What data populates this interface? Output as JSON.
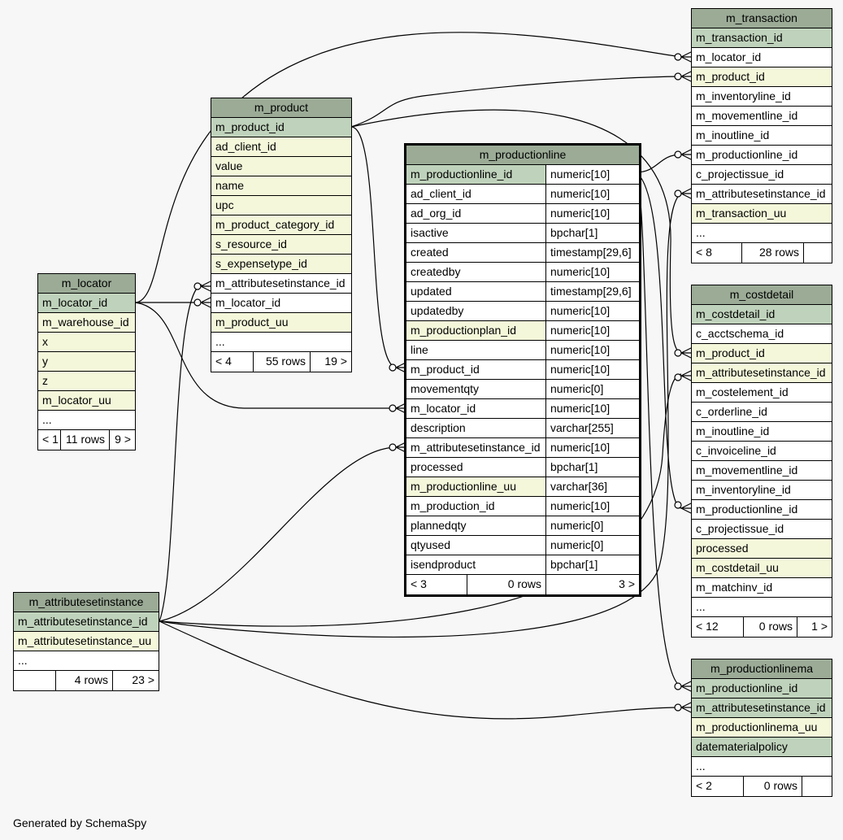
{
  "generated_by": "Generated by SchemaSpy",
  "tables": {
    "m_transaction": {
      "name": "m_transaction",
      "columns": [
        {
          "name": "m_transaction_id",
          "kind": "pk"
        },
        {
          "name": "m_locator_id",
          "kind": "plain"
        },
        {
          "name": "m_product_id",
          "kind": "fk"
        },
        {
          "name": "m_inventoryline_id",
          "kind": "plain"
        },
        {
          "name": "m_movementline_id",
          "kind": "plain"
        },
        {
          "name": "m_inoutline_id",
          "kind": "plain"
        },
        {
          "name": "m_productionline_id",
          "kind": "plain"
        },
        {
          "name": "c_projectissue_id",
          "kind": "plain"
        },
        {
          "name": "m_attributesetinstance_id",
          "kind": "plain"
        },
        {
          "name": "m_transaction_uu",
          "kind": "fk"
        },
        {
          "name": "...",
          "kind": "plain"
        }
      ],
      "footer": [
        "< 8",
        "28 rows",
        ""
      ]
    },
    "m_product": {
      "name": "m_product",
      "columns": [
        {
          "name": "m_product_id",
          "kind": "pk"
        },
        {
          "name": "ad_client_id",
          "kind": "fk"
        },
        {
          "name": "value",
          "kind": "fk"
        },
        {
          "name": "name",
          "kind": "fk"
        },
        {
          "name": "upc",
          "kind": "fk"
        },
        {
          "name": "m_product_category_id",
          "kind": "fk"
        },
        {
          "name": "s_resource_id",
          "kind": "fk"
        },
        {
          "name": "s_expensetype_id",
          "kind": "fk"
        },
        {
          "name": "m_attributesetinstance_id",
          "kind": "plain"
        },
        {
          "name": "m_locator_id",
          "kind": "plain"
        },
        {
          "name": "m_product_uu",
          "kind": "fk"
        },
        {
          "name": "...",
          "kind": "plain"
        }
      ],
      "footer": [
        "< 4",
        "55 rows",
        "19 >"
      ]
    },
    "m_productionline": {
      "name": "m_productionline",
      "columns": [
        {
          "name": "m_productionline_id",
          "type": "numeric[10]",
          "kind": "pk"
        },
        {
          "name": "ad_client_id",
          "type": "numeric[10]",
          "kind": "plain"
        },
        {
          "name": "ad_org_id",
          "type": "numeric[10]",
          "kind": "plain"
        },
        {
          "name": "isactive",
          "type": "bpchar[1]",
          "kind": "plain"
        },
        {
          "name": "created",
          "type": "timestamp[29,6]",
          "kind": "plain"
        },
        {
          "name": "createdby",
          "type": "numeric[10]",
          "kind": "plain"
        },
        {
          "name": "updated",
          "type": "timestamp[29,6]",
          "kind": "plain"
        },
        {
          "name": "updatedby",
          "type": "numeric[10]",
          "kind": "plain"
        },
        {
          "name": "m_productionplan_id",
          "type": "numeric[10]",
          "kind": "fk"
        },
        {
          "name": "line",
          "type": "numeric[10]",
          "kind": "plain"
        },
        {
          "name": "m_product_id",
          "type": "numeric[10]",
          "kind": "plain"
        },
        {
          "name": "movementqty",
          "type": "numeric[0]",
          "kind": "plain"
        },
        {
          "name": "m_locator_id",
          "type": "numeric[10]",
          "kind": "plain"
        },
        {
          "name": "description",
          "type": "varchar[255]",
          "kind": "plain"
        },
        {
          "name": "m_attributesetinstance_id",
          "type": "numeric[10]",
          "kind": "plain"
        },
        {
          "name": "processed",
          "type": "bpchar[1]",
          "kind": "plain"
        },
        {
          "name": "m_productionline_uu",
          "type": "varchar[36]",
          "kind": "fk"
        },
        {
          "name": "m_production_id",
          "type": "numeric[10]",
          "kind": "plain"
        },
        {
          "name": "plannedqty",
          "type": "numeric[0]",
          "kind": "plain"
        },
        {
          "name": "qtyused",
          "type": "numeric[0]",
          "kind": "plain"
        },
        {
          "name": "isendproduct",
          "type": "bpchar[1]",
          "kind": "plain"
        }
      ],
      "footer": [
        "< 3",
        "0 rows",
        "3 >"
      ]
    },
    "m_locator": {
      "name": "m_locator",
      "columns": [
        {
          "name": "m_locator_id",
          "kind": "pk"
        },
        {
          "name": "m_warehouse_id",
          "kind": "fk"
        },
        {
          "name": "x",
          "kind": "fk"
        },
        {
          "name": "y",
          "kind": "fk"
        },
        {
          "name": "z",
          "kind": "fk"
        },
        {
          "name": "m_locator_uu",
          "kind": "fk"
        },
        {
          "name": "...",
          "kind": "plain"
        }
      ],
      "footer": [
        "< 1",
        "11 rows",
        "9 >"
      ]
    },
    "m_costdetail": {
      "name": "m_costdetail",
      "columns": [
        {
          "name": "m_costdetail_id",
          "kind": "pk"
        },
        {
          "name": "c_acctschema_id",
          "kind": "plain"
        },
        {
          "name": "m_product_id",
          "kind": "fk"
        },
        {
          "name": "m_attributesetinstance_id",
          "kind": "fk"
        },
        {
          "name": "m_costelement_id",
          "kind": "plain"
        },
        {
          "name": "c_orderline_id",
          "kind": "plain"
        },
        {
          "name": "m_inoutline_id",
          "kind": "plain"
        },
        {
          "name": "c_invoiceline_id",
          "kind": "plain"
        },
        {
          "name": "m_movementline_id",
          "kind": "plain"
        },
        {
          "name": "m_inventoryline_id",
          "kind": "plain"
        },
        {
          "name": "m_productionline_id",
          "kind": "plain"
        },
        {
          "name": "c_projectissue_id",
          "kind": "plain"
        },
        {
          "name": "processed",
          "kind": "fk"
        },
        {
          "name": "m_costdetail_uu",
          "kind": "fk"
        },
        {
          "name": "m_matchinv_id",
          "kind": "plain"
        },
        {
          "name": "...",
          "kind": "plain"
        }
      ],
      "footer": [
        "< 12",
        "0 rows",
        "1 >"
      ]
    },
    "m_attributesetinstance": {
      "name": "m_attributesetinstance",
      "columns": [
        {
          "name": "m_attributesetinstance_id",
          "kind": "pk"
        },
        {
          "name": "m_attributesetinstance_uu",
          "kind": "fk"
        },
        {
          "name": "...",
          "kind": "plain"
        }
      ],
      "footer": [
        "",
        "4 rows",
        "23 >"
      ]
    },
    "m_productionlinema": {
      "name": "m_productionlinema",
      "columns": [
        {
          "name": "m_productionline_id",
          "kind": "pk"
        },
        {
          "name": "m_attributesetinstance_id",
          "kind": "pk"
        },
        {
          "name": "m_productionlinema_uu",
          "kind": "fk"
        },
        {
          "name": "datematerialpolicy",
          "kind": "pk"
        },
        {
          "name": "...",
          "kind": "plain"
        }
      ],
      "footer": [
        "< 2",
        "0 rows",
        ""
      ]
    }
  },
  "colors": {
    "title": "#9bab96",
    "pk": "#bfd2bb",
    "fk": "#f4f7da",
    "background": "#f7f7f7"
  }
}
